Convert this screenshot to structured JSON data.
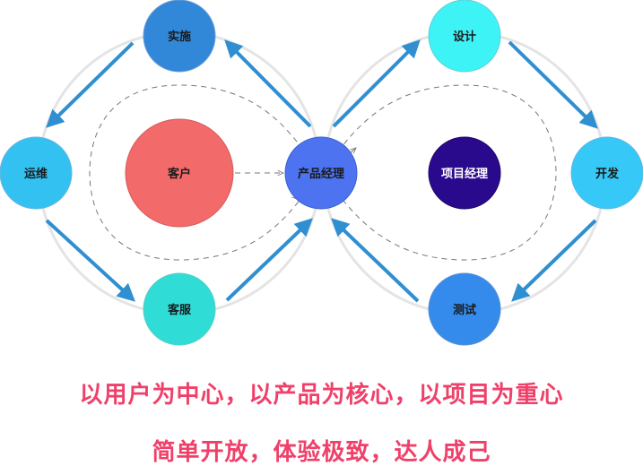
{
  "nodes": {
    "shishi": "实施",
    "yunwei": "运维",
    "kefu": "客服",
    "kehu": "客户",
    "chanpin": "产品经理",
    "sheji": "设计",
    "kaifa": "开发",
    "ceshi": "测试",
    "xiangmu": "项目经理"
  },
  "slogans": {
    "line1": "以用户为中心，以产品为核心，以项目为重心",
    "line2": "简单开放，体验极致，达人成己"
  },
  "colors": {
    "arrow": "#2f8fd0",
    "ring": "#e6e6e6",
    "dashed": "#777777",
    "customer": "#f26a6a",
    "pm": "#4d73f0",
    "project": "#2a0a8c",
    "slogan": "#f0406a"
  }
}
